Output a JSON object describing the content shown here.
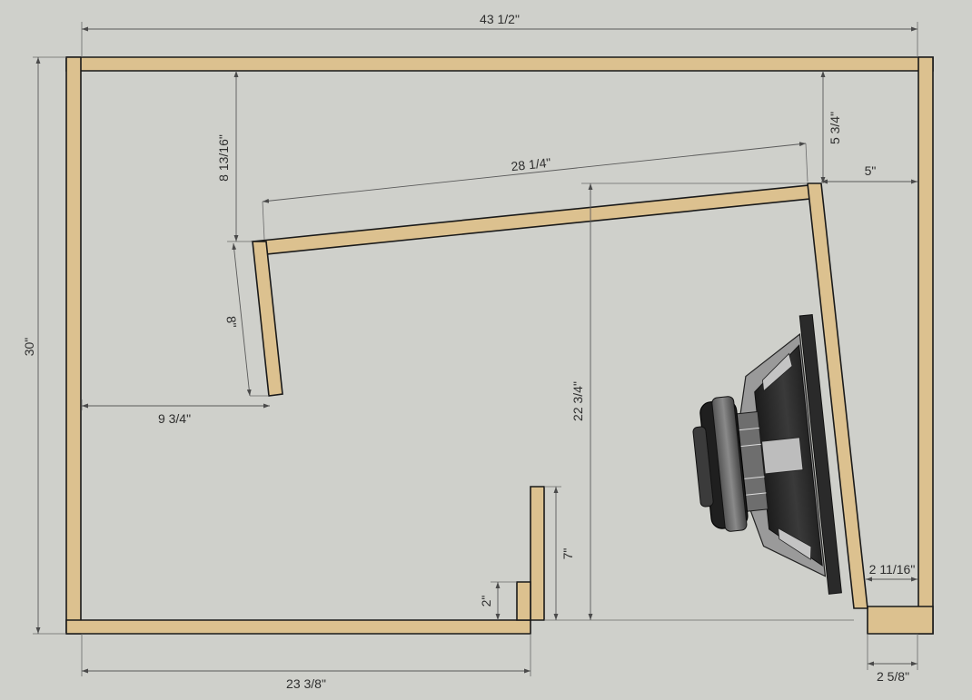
{
  "dimensions": {
    "overall_width": "43 1/2\"",
    "overall_height": "30\"",
    "top_gap": "8 13/16\"",
    "port_length": "28 1/4\"",
    "port_end_height": "8\"",
    "port_end_offset": "9 3/4\"",
    "upper_right_gap": "5 3/4\"",
    "baffle_offset": "5\"",
    "inner_height": "22 3/4\"",
    "brace_height": "7\"",
    "step_height": "2\"",
    "bottom_panel_length": "23 3/8\"",
    "baffle_gap": "2 11/16\"",
    "bottom_right_piece": "2 5/8\""
  },
  "colors": {
    "background": "#cfd0cb",
    "wood": "#dcc18f",
    "outline": "#1a1a1a",
    "dimension_line": "#5a5a5a"
  },
  "components": {
    "subwoofer_icon": "subwoofer-driver"
  }
}
